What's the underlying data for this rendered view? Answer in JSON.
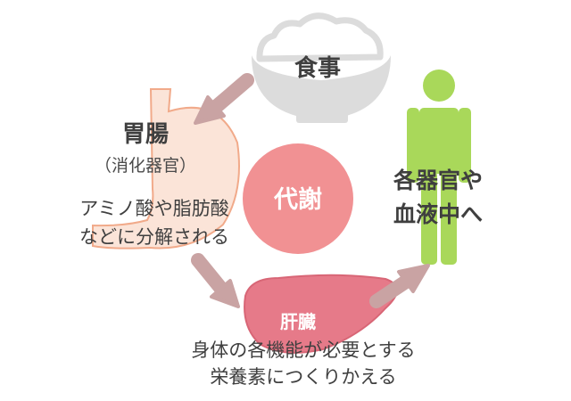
{
  "meal": {
    "label": "食事"
  },
  "metabolism": {
    "label": "代謝"
  },
  "gut": {
    "title": "胃腸",
    "subtitle": "（消化器官）",
    "description": [
      "アミノ酸や脂肪酸",
      "などに分解される"
    ]
  },
  "liver": {
    "label": "肝臓",
    "description": [
      "身体の各機能が必要とする",
      "栄養素につくりかえる"
    ]
  },
  "organs": {
    "description": [
      "各器官や",
      "血液中へ"
    ]
  },
  "colors": {
    "bowl": "#dcdcdc",
    "rice": "#ffffff",
    "stomach_fill": "#fbe4d8",
    "stomach_stroke": "#f1aa8a",
    "metab_circle": "#f19193",
    "liver_fill": "#e67a89",
    "person": "#a9d85a",
    "arrow": "#c9a3a3"
  },
  "icons": [
    "rice-bowl-icon",
    "stomach-icon",
    "liver-icon",
    "person-icon",
    "arrow-icon"
  ]
}
